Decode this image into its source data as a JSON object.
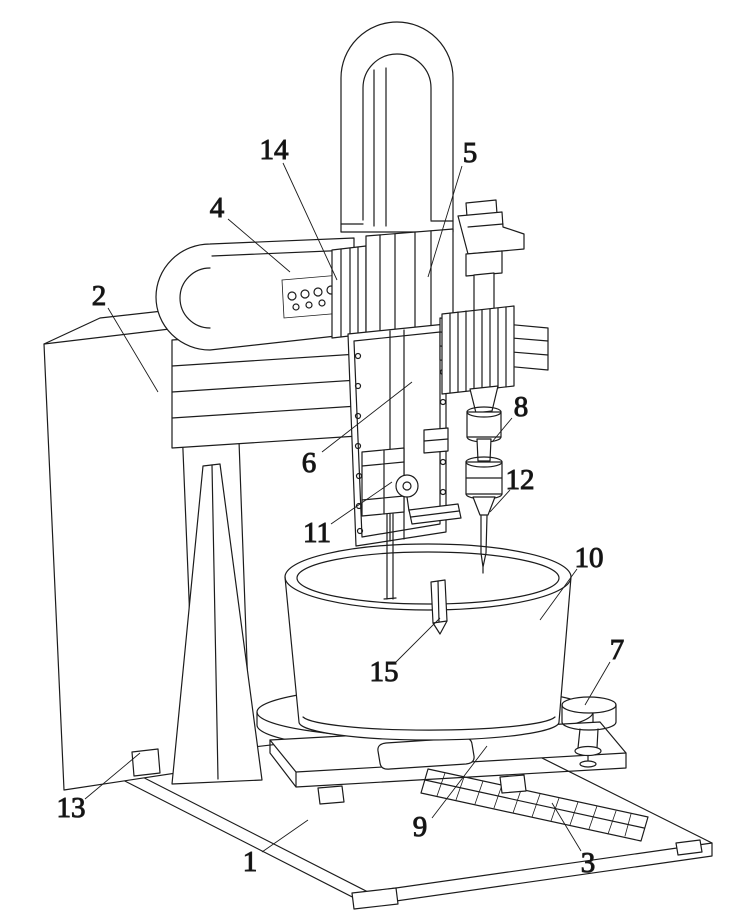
{
  "figure": {
    "background_color": "#ffffff",
    "line_color": "#1c1c1c"
  },
  "labels": [
    "1",
    "2",
    "3",
    "4",
    "5",
    "6",
    "7",
    "8",
    "9",
    "10",
    "11",
    "12",
    "13",
    "14",
    "15"
  ]
}
